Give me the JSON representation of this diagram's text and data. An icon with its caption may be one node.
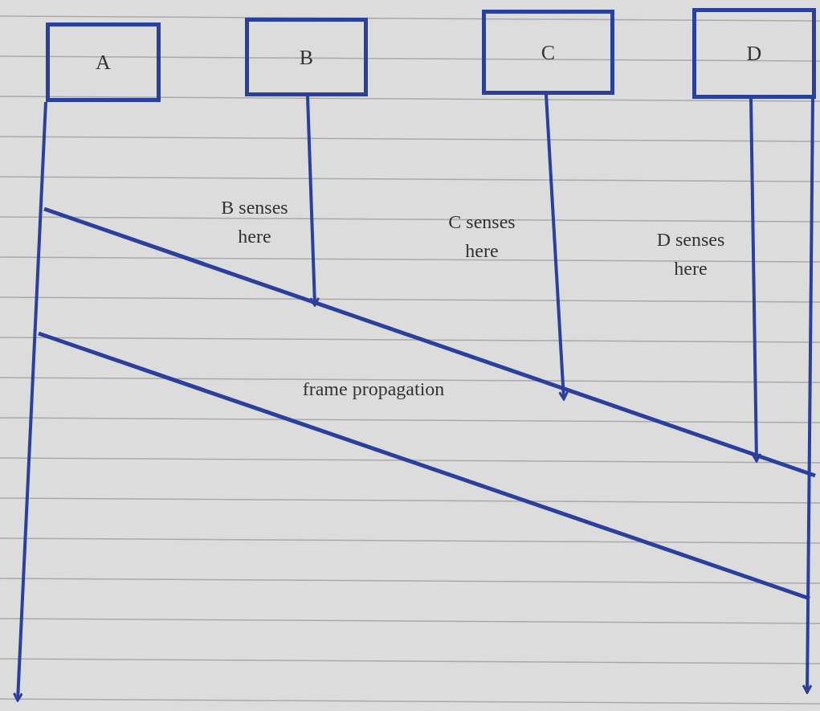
{
  "diagram": {
    "nodes": [
      {
        "text": [
          "A"
        ]
      },
      {
        "text": [
          "B"
        ]
      },
      {
        "text": [
          "C"
        ]
      },
      {
        "text": [
          "D"
        ]
      }
    ],
    "edges": [
      {
        "from": 0,
        "to": null,
        "arrow": "to"
      },
      {
        "from": 1,
        "to": null,
        "arrow": "to"
      },
      {
        "from": 2,
        "to": null,
        "arrow": "to"
      },
      {
        "from": 3,
        "to": null,
        "arrow": "to"
      },
      {
        "from": 3,
        "to": null,
        "arrow": "to"
      }
    ],
    "labels": [
      "B senses here",
      "C senses here",
      "D senses here",
      "frame propagation"
    ]
  }
}
